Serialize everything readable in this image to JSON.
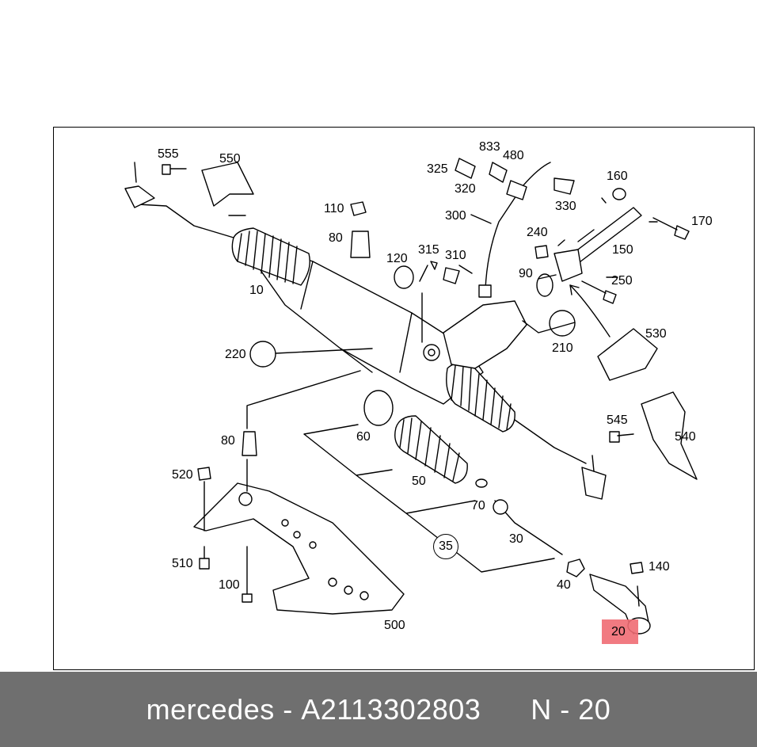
{
  "diagram": {
    "highlight_color": "#ef6b73",
    "labels": {
      "l10": "10",
      "l20": "20",
      "l30": "30",
      "l35": "35",
      "l40": "40",
      "l50": "50",
      "l60": "60",
      "l70": "70",
      "l80a": "80",
      "l80b": "80",
      "l90": "90",
      "l100": "100",
      "l110": "110",
      "l120": "120",
      "l140": "140",
      "l150": "150",
      "l160": "160",
      "l170": "170",
      "l210": "210",
      "l220": "220",
      "l240": "240",
      "l250": "250",
      "l300": "300",
      "l310": "310",
      "l315": "315",
      "l320": "320",
      "l325": "325",
      "l330": "330",
      "l480": "480",
      "l500": "500",
      "l510": "510",
      "l520": "520",
      "l530": "530",
      "l540": "540",
      "l545": "545",
      "l550": "550",
      "l555": "555",
      "l833": "833"
    }
  },
  "footer": {
    "brand": "mercedes",
    "separator": " - ",
    "part_number": "A2113302803",
    "position": "N - 20"
  }
}
